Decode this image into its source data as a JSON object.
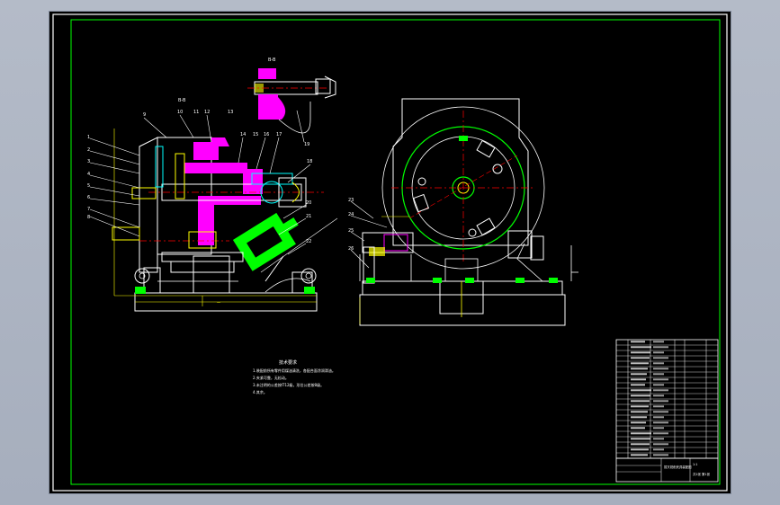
{
  "viewer": {
    "background": "#000000",
    "frame_color": "#ffffff"
  },
  "drawing": {
    "section_label": "B-B",
    "detail_label": "B-B",
    "part_numbers_left": [
      "1",
      "2",
      "3",
      "4",
      "5",
      "6",
      "7",
      "8",
      "9",
      "10",
      "11",
      "12",
      "13",
      "14",
      "15",
      "16",
      "17",
      "18",
      "19",
      "20",
      "21",
      "22"
    ],
    "part_numbers_right": [
      "23",
      "24",
      "25",
      "26"
    ],
    "notes_title": "技术要求",
    "notes": [
      "1.装配前所有零件用煤油清洗，各配合面涂润滑油。",
      "2.夹紧可靠，无松动。",
      "3.未注明的公差按IT12级，形位公差按8级。",
      "4.其余。"
    ],
    "title_block": {
      "drawing_name": "拨叉铣削夹具装配图",
      "scale": "1:1",
      "sheet": "共1张 第1张"
    },
    "colors": {
      "outline": "#ffffff",
      "frame": "#00ff00",
      "section": "#ff00ff",
      "centerline": "#ff0000",
      "hidden": "#00ffff",
      "dimension": "#ffff00",
      "clamp": "#00ff00"
    }
  }
}
